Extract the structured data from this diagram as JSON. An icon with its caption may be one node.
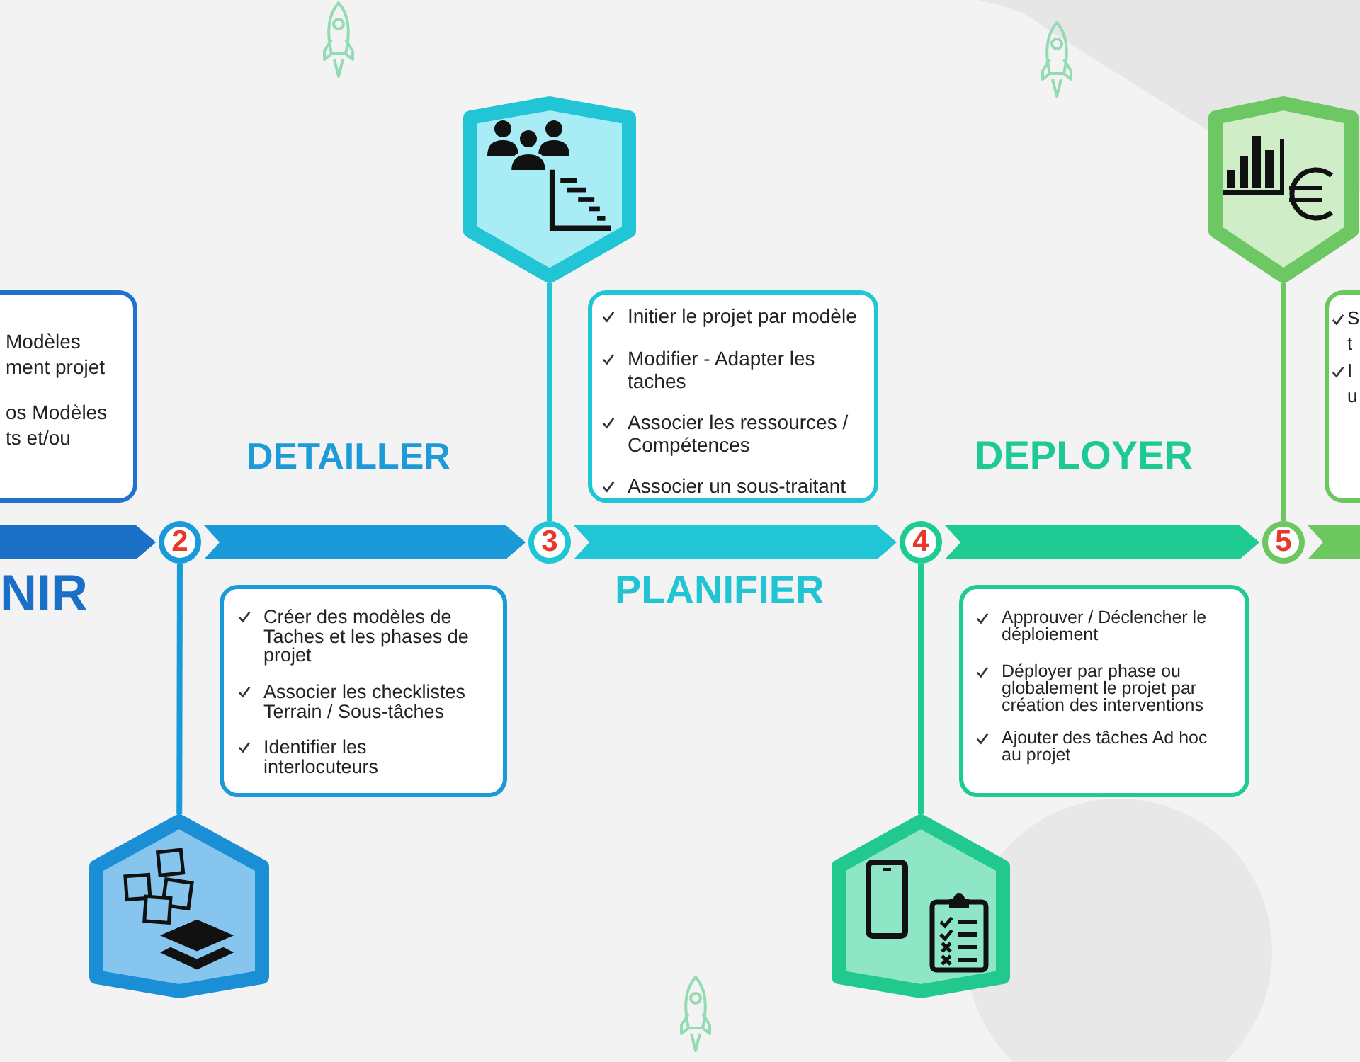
{
  "diagram": {
    "nodes": [
      {
        "text": [
          "Modèles ment projet",
          "os Modèles ts et/ou"
        ]
      },
      {
        "text": [
          "2"
        ]
      },
      {
        "text": [
          "Créer des modèles de Taches et les phases de projet",
          "Associer les checklistes Terrain / Sous-tâches",
          "Identifier les interlocuteurs"
        ]
      },
      {
        "text": [],
        "shape": "picture"
      },
      {
        "text": [],
        "shape": "picture"
      },
      {
        "text": [
          "Initier le projet par modèle",
          "Modifier - Adapter les taches",
          "Associer les ressources / Compétences",
          "Associer un sous-traitant"
        ]
      },
      {
        "text": [
          "3"
        ]
      },
      {
        "text": [
          "4"
        ]
      },
      {
        "text": [
          "Approuver / Déclencher le déploiement",
          "Déployer par phase ou globalement le projet par création des interventions",
          "Ajouter des tâches Ad hoc au projet"
        ]
      },
      {
        "text": [],
        "shape": "picture"
      },
      {
        "text": [],
        "shape": "picture"
      },
      {
        "text": [
          "S t",
          "I u"
        ]
      },
      {
        "text": [
          "5"
        ]
      }
    ],
    "edges": [
      {
        "from": null,
        "to": 1,
        "arrow": "to",
        "color": "#1a6fc6"
      },
      {
        "from": 1,
        "to": 6,
        "arrow": "to",
        "color": "#1a9ad8"
      },
      {
        "from": 6,
        "to": 7,
        "arrow": "to",
        "color": "#20c6d6"
      },
      {
        "from": 7,
        "to": 12,
        "arrow": "to",
        "color": "#1ecb92"
      },
      {
        "from": 12,
        "to": null,
        "arrow": "none",
        "color": "#6cc75e"
      },
      {
        "from": 1,
        "to": 3,
        "arrow": "none",
        "color": "#1a9ad8"
      },
      {
        "from": 6,
        "to": 4,
        "arrow": "none",
        "color": "#20c6d6"
      },
      {
        "from": 7,
        "to": 9,
        "arrow": "none",
        "color": "#1ecb92"
      },
      {
        "from": 12,
        "to": 10,
        "arrow": "none",
        "color": "#6cc75e"
      }
    ],
    "labels": [
      "NIR",
      "DETAILLER",
      "PLANIFIER",
      "DEPLOYER"
    ]
  }
}
